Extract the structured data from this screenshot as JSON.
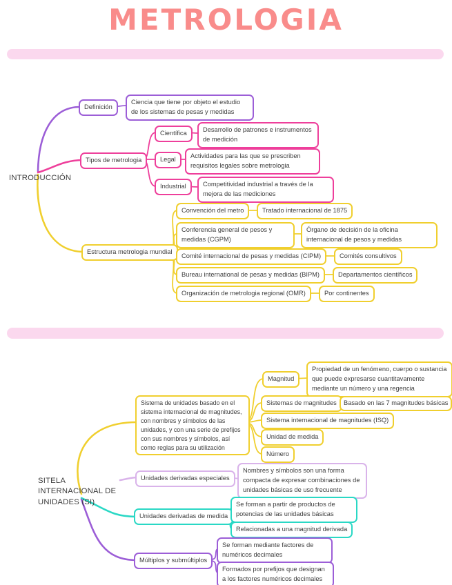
{
  "title": "METROLOGIA",
  "colors": {
    "purple": "#9c5ed7",
    "pink": "#ee3f9b",
    "yellow": "#f0cf2e",
    "lavender": "#d9b3ea",
    "teal": "#2ad8c5",
    "salmon": "#f98c8b",
    "bar": "#fbd8ee",
    "text": "#3d3d3d"
  },
  "map1": {
    "root": "INTRODUCCIÓN",
    "definicion": {
      "label": "Definición",
      "desc": "Ciencia que tiene por objeto el estudio de los sistemas de pesas y medidas"
    },
    "tipos": {
      "label": "Tipos de metrologia",
      "children": [
        {
          "label": "Científica",
          "desc": "Desarrollo de patrones e instrumentos de medición"
        },
        {
          "label": "Legal",
          "desc": "Actividades para las que se prescriben requisitos legales sobre metrologia"
        },
        {
          "label": "Industrial",
          "desc": "Competitividad industrial a través de la mejora de las mediciones"
        }
      ]
    },
    "estructura": {
      "label": "Estructura metrologia mundial",
      "children": [
        {
          "label": "Convención del metro",
          "desc": "Tratado internacional de 1875"
        },
        {
          "label": "Conferencia general de pesos y medidas (CGPM)",
          "desc": "Órgano de decisión de la oficina internacional de pesos y medidas"
        },
        {
          "label": "Comité internacional de pesas y medidas (CIPM)",
          "desc": "Comités consultivos"
        },
        {
          "label": "Bureau international de pesas y medidas (BIPM)",
          "desc": "Departamentos científicos"
        },
        {
          "label": "Organización de metrologia regional (OMR)",
          "desc": "Por continentes"
        }
      ]
    }
  },
  "map2": {
    "root": "SITELA INTERNACIONAL DE UNIDADES (SI)",
    "sistema": {
      "desc": "Sistema de unidades basado en el sistema internacional de magnitudes, con nombres y símbolos de las unidades, y con una serie de prefijos con sus nombres y símbolos, así como reglas para su utilización",
      "children": [
        {
          "label": "Magnitud",
          "desc": "Propiedad de un fenómeno, cuerpo o sustancia que puede expresarse cuantitavamente mediante un número y una regencia"
        },
        {
          "label": "Sistemas de magnitudes",
          "desc": "Basado en las 7 magnitudes básicas"
        },
        {
          "label": "Sistema internacional de magnitudes (ISQ)"
        },
        {
          "label": "Unidad de medida"
        },
        {
          "label": "Número"
        }
      ]
    },
    "derivadas_especiales": {
      "label": "Unidades derivadas especiales",
      "desc": "Nombres y símbolos son una forma compacta de expresar combinaciones de unidades básicas de uso frecuente"
    },
    "derivadas_medida": {
      "label": "Unidades derivadas de medida",
      "items": [
        "Se forman a partir de productos de potencias de las unidades básicas",
        "Relacionadas a una magnitud derivada"
      ]
    },
    "multiplos": {
      "label": "Múltiplos y submúltiplos",
      "items": [
        "Se forman mediante factores de numéricos decimales",
        "Formados por prefijos que designan a los factores numéricos decimales"
      ]
    }
  }
}
